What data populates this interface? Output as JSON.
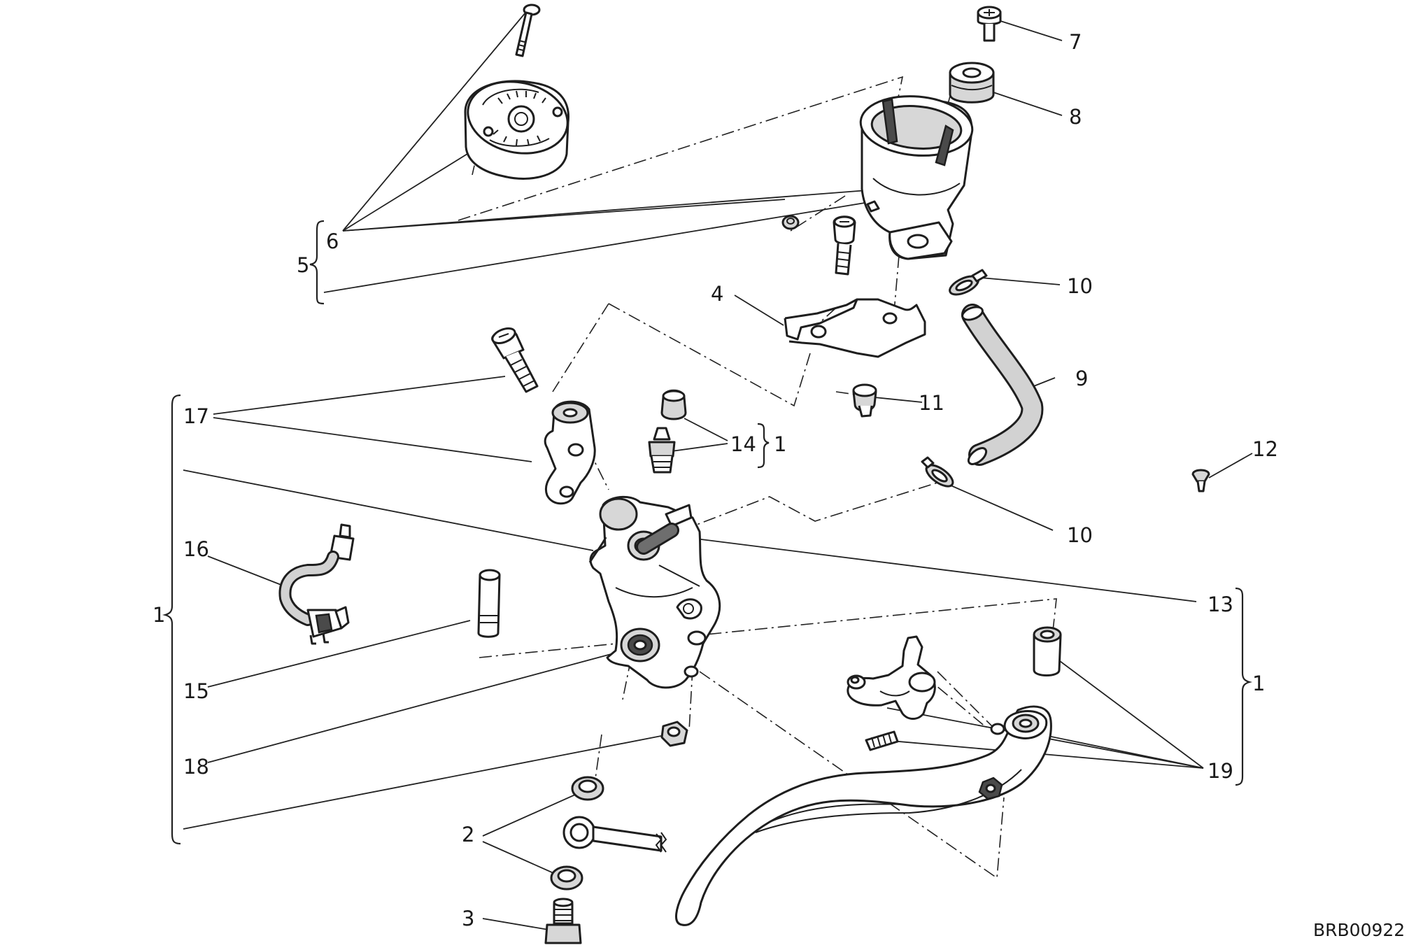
{
  "labels": {
    "l1_left": "1",
    "l1_14": "1",
    "l1_right": "1",
    "l2": "2",
    "l3": "3",
    "l4": "4",
    "l5": "5",
    "l6": "6",
    "l7": "7",
    "l8": "8",
    "l9": "9",
    "l10_top": "10",
    "l10_bottom": "10",
    "l11": "11",
    "l12": "12",
    "l13": "13",
    "l14": "14",
    "l15": "15",
    "l16": "16",
    "l17": "17",
    "l18": "18",
    "l19": "19"
  },
  "drawing_code": "BRB00922",
  "colors": {
    "line": "#1e1e1e",
    "fill_light": "#d7d7d7",
    "fill_dark": "#4a4a4a",
    "background": "#ffffff"
  }
}
